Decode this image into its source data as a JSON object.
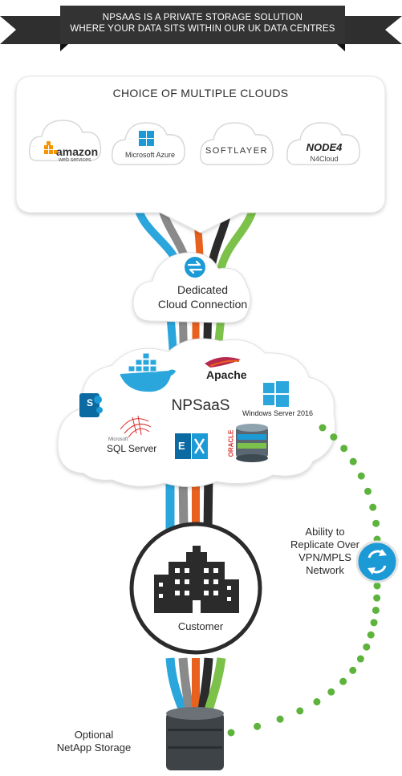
{
  "banner": {
    "line1": "NPSAAS IS A PRIVATE STORAGE SOLUTION",
    "line2": "WHERE YOUR DATA SITS WITHIN OUR UK DATA CENTRES"
  },
  "clouds_box": {
    "title": "CHOICE OF MULTIPLE CLOUDS",
    "providers": [
      {
        "name": "amazon",
        "sub": "web services"
      },
      {
        "name": "Microsoft Azure"
      },
      {
        "name": "SOFTLAYER"
      },
      {
        "name": "NODE4",
        "sub": "N4Cloud"
      }
    ]
  },
  "connection": {
    "label_line1": "Dedicated",
    "label_line2": "Cloud Connection"
  },
  "npsaas": {
    "title": "NPSaaS",
    "apps": {
      "apache": "Apache",
      "windows_server": "Windows Server 2016",
      "sql_small": "Microsoft",
      "sql": "SQL Server",
      "oracle": "ORACLE",
      "sharepoint": "S"
    }
  },
  "customer": {
    "label": "Customer"
  },
  "replicate": {
    "line1": "Ability to",
    "line2": "Replicate Over",
    "line3": "VPN/MPLS",
    "line4": "Network"
  },
  "storage": {
    "line1": "Optional",
    "line2": "NetApp Storage"
  },
  "colors": {
    "banner": "#2f2f2f",
    "cable_blue": "#2aa6dc",
    "cable_grey": "#8a8a8a",
    "cable_orange": "#e8611e",
    "cable_dark": "#2b2b2b",
    "cable_green": "#7cc24a",
    "dots_green": "#5db33c",
    "icon_blue": "#1c9ad6"
  }
}
